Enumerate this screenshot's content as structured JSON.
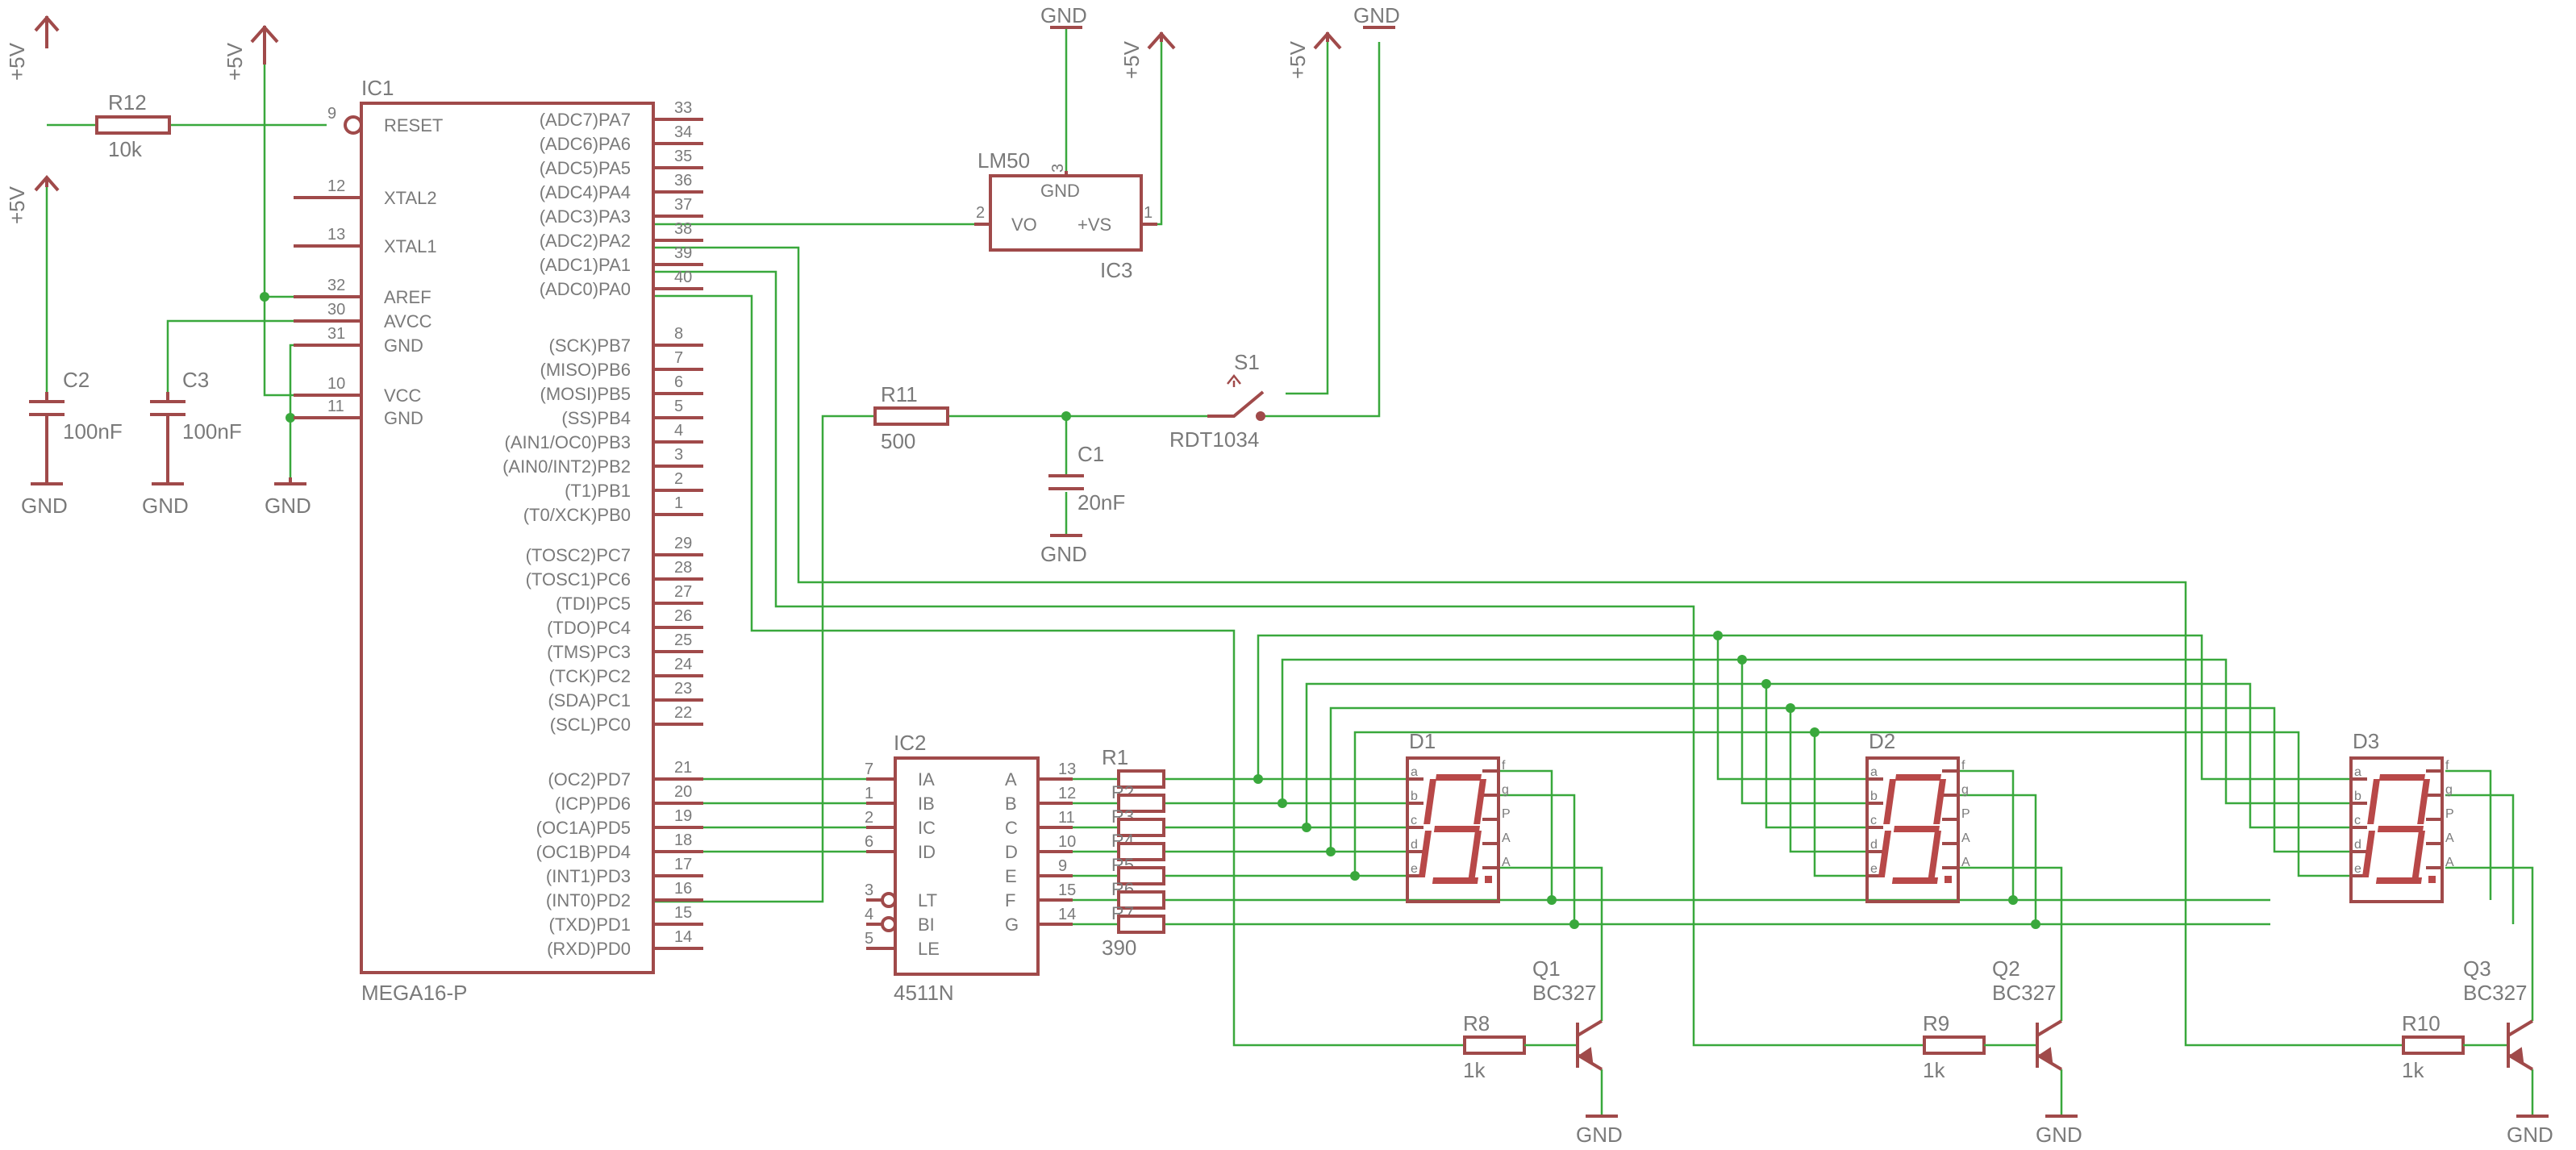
{
  "supply": {
    "plus5v": "+5V",
    "gnd": "GND"
  },
  "ic1": {
    "name": "IC1",
    "value": "MEGA16-P",
    "left_pins": [
      {
        "num": "9",
        "name": "RESET"
      },
      {
        "num": "12",
        "name": "XTAL2"
      },
      {
        "num": "13",
        "name": "XTAL1"
      },
      {
        "num": "32",
        "name": "AREF"
      },
      {
        "num": "30",
        "name": "AVCC"
      },
      {
        "num": "31",
        "name": "GND"
      },
      {
        "num": "10",
        "name": "VCC"
      },
      {
        "num": "11",
        "name": "GND"
      }
    ],
    "right_pins": [
      {
        "num": "33",
        "name": "(ADC7)PA7"
      },
      {
        "num": "34",
        "name": "(ADC6)PA6"
      },
      {
        "num": "35",
        "name": "(ADC5)PA5"
      },
      {
        "num": "36",
        "name": "(ADC4)PA4"
      },
      {
        "num": "37",
        "name": "(ADC3)PA3"
      },
      {
        "num": "38",
        "name": "(ADC2)PA2"
      },
      {
        "num": "39",
        "name": "(ADC1)PA1"
      },
      {
        "num": "40",
        "name": "(ADC0)PA0"
      },
      {
        "num": "8",
        "name": "(SCK)PB7"
      },
      {
        "num": "7",
        "name": "(MISO)PB6"
      },
      {
        "num": "6",
        "name": "(MOSI)PB5"
      },
      {
        "num": "5",
        "name": "(SS)PB4"
      },
      {
        "num": "4",
        "name": "(AIN1/OC0)PB3"
      },
      {
        "num": "3",
        "name": "(AIN0/INT2)PB2"
      },
      {
        "num": "2",
        "name": "(T1)PB1"
      },
      {
        "num": "1",
        "name": "(T0/XCK)PB0"
      },
      {
        "num": "29",
        "name": "(TOSC2)PC7"
      },
      {
        "num": "28",
        "name": "(TOSC1)PC6"
      },
      {
        "num": "27",
        "name": "(TDI)PC5"
      },
      {
        "num": "26",
        "name": "(TDO)PC4"
      },
      {
        "num": "25",
        "name": "(TMS)PC3"
      },
      {
        "num": "24",
        "name": "(TCK)PC2"
      },
      {
        "num": "23",
        "name": "(SDA)PC1"
      },
      {
        "num": "22",
        "name": "(SCL)PC0"
      },
      {
        "num": "21",
        "name": "(OC2)PD7"
      },
      {
        "num": "20",
        "name": "(ICP)PD6"
      },
      {
        "num": "19",
        "name": "(OC1A)PD5"
      },
      {
        "num": "18",
        "name": "(OC1B)PD4"
      },
      {
        "num": "17",
        "name": "(INT1)PD3"
      },
      {
        "num": "16",
        "name": "(INT0)PD2"
      },
      {
        "num": "15",
        "name": "(TXD)PD1"
      },
      {
        "num": "14",
        "name": "(RXD)PD0"
      }
    ]
  },
  "ic2": {
    "name": "IC2",
    "value": "4511N",
    "left_pins": [
      {
        "num": "7",
        "name": "IA"
      },
      {
        "num": "1",
        "name": "IB"
      },
      {
        "num": "2",
        "name": "IC"
      },
      {
        "num": "6",
        "name": "ID"
      },
      {
        "num": "3",
        "name": "LT"
      },
      {
        "num": "4",
        "name": "BI"
      },
      {
        "num": "5",
        "name": "LE"
      }
    ],
    "right_pins": [
      {
        "num": "13",
        "name": "A"
      },
      {
        "num": "12",
        "name": "B"
      },
      {
        "num": "11",
        "name": "C"
      },
      {
        "num": "10",
        "name": "D"
      },
      {
        "num": "9",
        "name": "E"
      },
      {
        "num": "15",
        "name": "F"
      },
      {
        "num": "14",
        "name": "G"
      }
    ]
  },
  "ic3": {
    "name": "IC3",
    "value": "LM50",
    "pin_gnd": "GND",
    "pin_vo": "VO",
    "pin_vs": "+VS",
    "num_gnd": "3",
    "num_vo": "2",
    "num_vs": "1"
  },
  "resistors": {
    "r12": {
      "name": "R12",
      "value": "10k"
    },
    "r11": {
      "name": "R11",
      "value": "500"
    },
    "r8": {
      "name": "R8",
      "value": "1k"
    },
    "r9": {
      "name": "R9",
      "value": "1k"
    },
    "r10": {
      "name": "R10",
      "value": "1k"
    },
    "network": {
      "first": "R1",
      "labels": [
        "R2",
        "R3",
        "R4",
        "R5",
        "R6",
        "R7"
      ],
      "value": "390"
    }
  },
  "capacitors": {
    "c2": {
      "name": "C2",
      "value": "100nF"
    },
    "c3": {
      "name": "C3",
      "value": "100nF"
    },
    "c1": {
      "name": "C1",
      "value": "20nF"
    }
  },
  "switch": {
    "name": "S1",
    "value": "RDT1034"
  },
  "displays": [
    {
      "name": "D1",
      "left_pins": [
        "a",
        "b",
        "c",
        "d",
        "e"
      ],
      "right_pins": [
        "f",
        "g",
        "P",
        "A",
        "A"
      ]
    },
    {
      "name": "D2",
      "left_pins": [
        "a",
        "b",
        "c",
        "d",
        "e"
      ],
      "right_pins": [
        "f",
        "g",
        "P",
        "A",
        "A"
      ]
    },
    {
      "name": "D3",
      "left_pins": [
        "a",
        "b",
        "c",
        "d",
        "e"
      ],
      "right_pins": [
        "f",
        "g",
        "P",
        "A",
        "A"
      ]
    }
  ],
  "transistors": [
    {
      "name": "Q1",
      "value": "BC327"
    },
    {
      "name": "Q2",
      "value": "BC327"
    },
    {
      "name": "Q3",
      "value": "BC327"
    }
  ],
  "colors": {
    "symbol": "#a04a4a",
    "wire": "#39a83c",
    "text": "#7a7a7a"
  }
}
